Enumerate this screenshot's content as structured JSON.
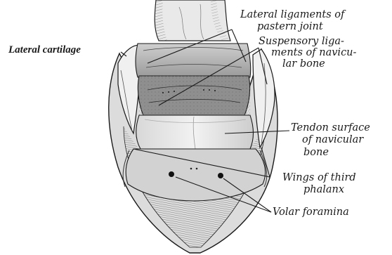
{
  "figure": {
    "labels": {
      "lateral_cartilage": "Lateral cartilage",
      "lateral_ligaments": [
        "Lateral ligaments of",
        "pastern joint"
      ],
      "suspensory_ligaments": [
        "Suspensory liga-",
        "ments of navicu-",
        "lar bone"
      ],
      "tendon_surface": [
        "Tendon surface",
        "of navicular",
        "bone"
      ],
      "wings_third_phalanx": [
        "Wings of third",
        "phalanx"
      ],
      "volar_foramina": "Volar foramina"
    },
    "colors": {
      "ink": "#1a1a1a",
      "paper": "#ffffff",
      "bone_light": "#e6e6e6",
      "bone_mid": "#b8b8b8",
      "bone_dark": "#6e6e6e"
    }
  }
}
